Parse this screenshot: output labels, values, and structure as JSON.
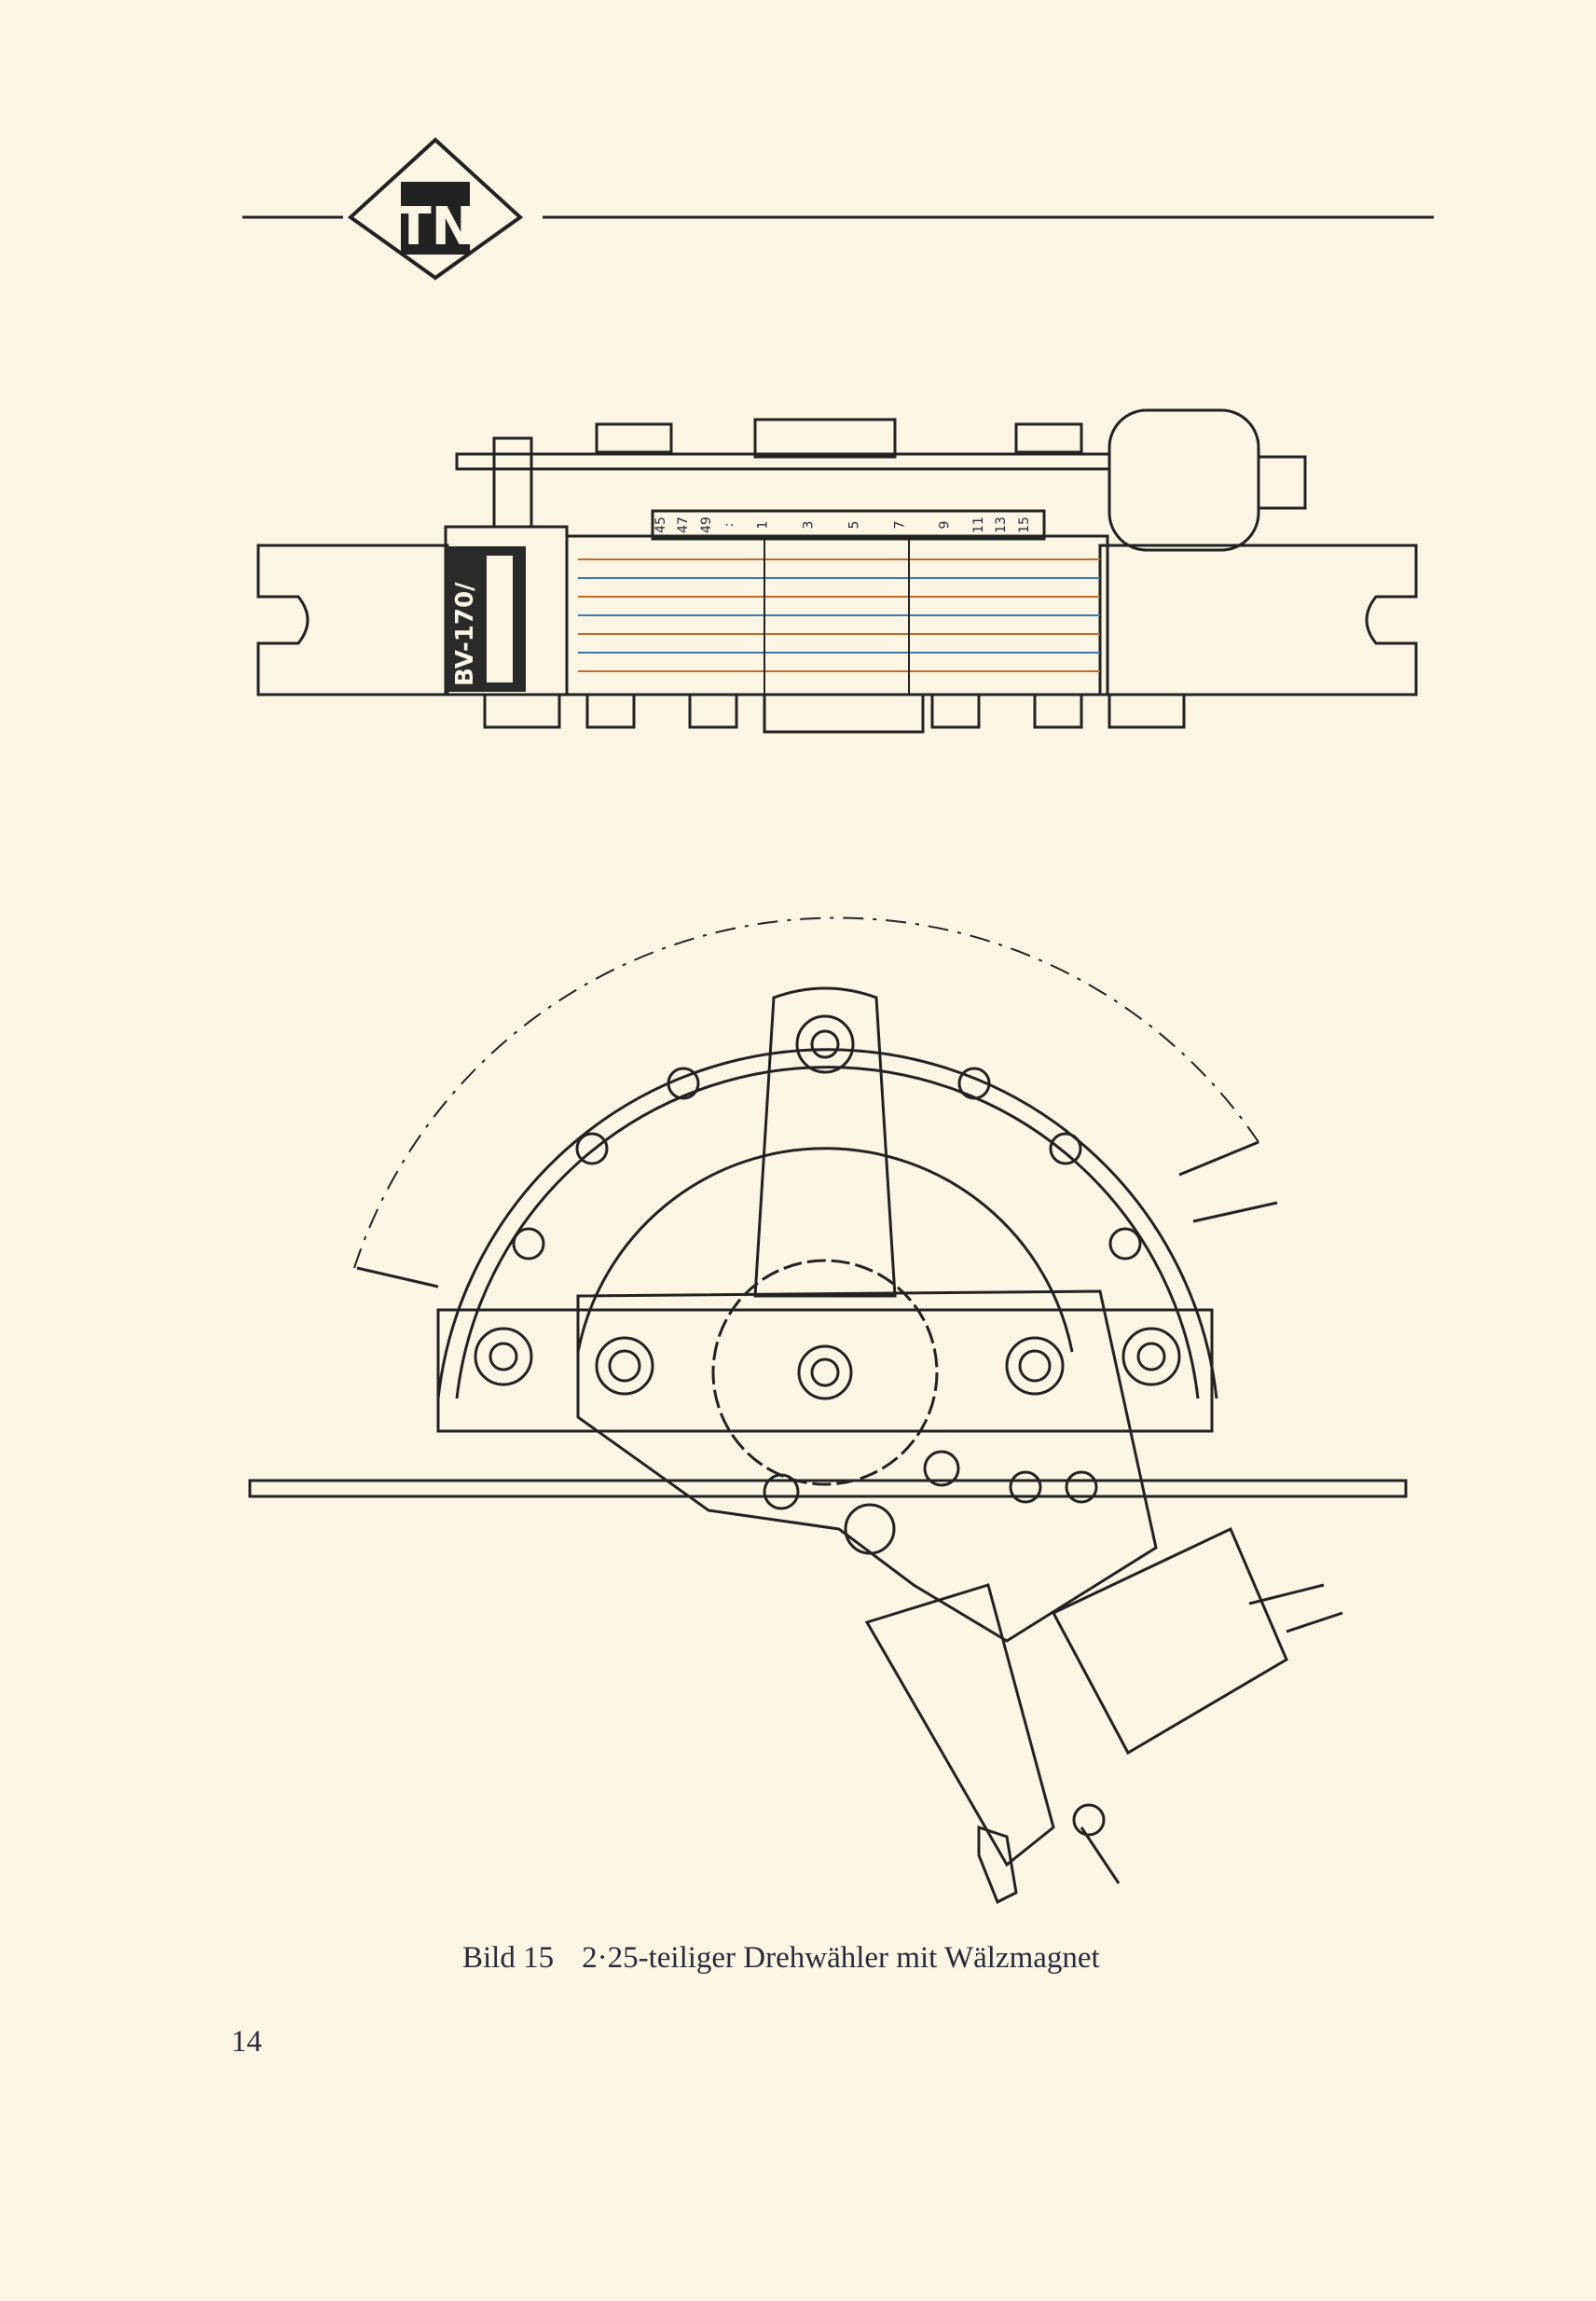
{
  "logo": {
    "letters": "TN"
  },
  "drawing_top": {
    "label": "BV-170/",
    "scale_numbers": [
      "45",
      "47",
      "49",
      ":",
      "1",
      "3",
      "5",
      "7",
      "9",
      "11",
      "13",
      "15"
    ]
  },
  "caption": {
    "figure": "Bild 15",
    "text": "2·25-teiliger Drehwähler mit Wälzmagnet"
  },
  "page_number": "14",
  "colors": {
    "paper": "#fbf5e4",
    "ink": "#2a2a3a"
  }
}
